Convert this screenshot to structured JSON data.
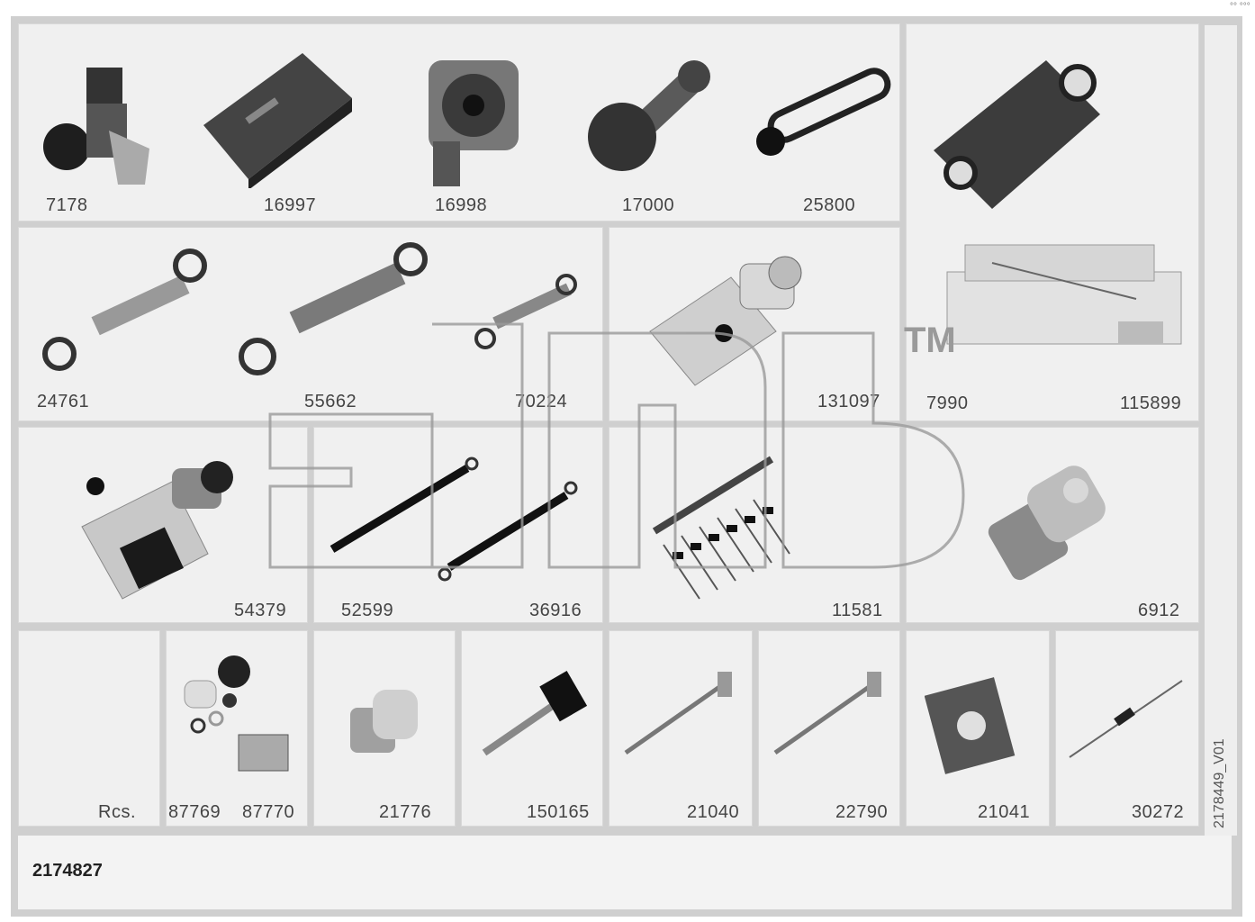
{
  "document_number": "2174827",
  "vertical_label": "2178449_V01",
  "watermark_tm": "TM",
  "corner_mark": "°° °°°",
  "parts": {
    "p7178": "7178",
    "p16997": "16997",
    "p16998": "16998",
    "p17000": "17000",
    "p25800": "25800",
    "p24761": "24761",
    "p55662": "55662",
    "p70224": "70224",
    "p131097": "131097",
    "p7990": "7990",
    "p115899": "115899",
    "p54379": "54379",
    "p52599": "52599",
    "p36916": "36916",
    "p11581": "11581",
    "p6912": "6912",
    "rcs": "Rcs.",
    "p87769": "87769",
    "p87770": "87770",
    "p21776": "21776",
    "p150165": "150165",
    "p21040": "21040",
    "p22790": "22790",
    "p21041": "21041",
    "p30272": "30272"
  }
}
